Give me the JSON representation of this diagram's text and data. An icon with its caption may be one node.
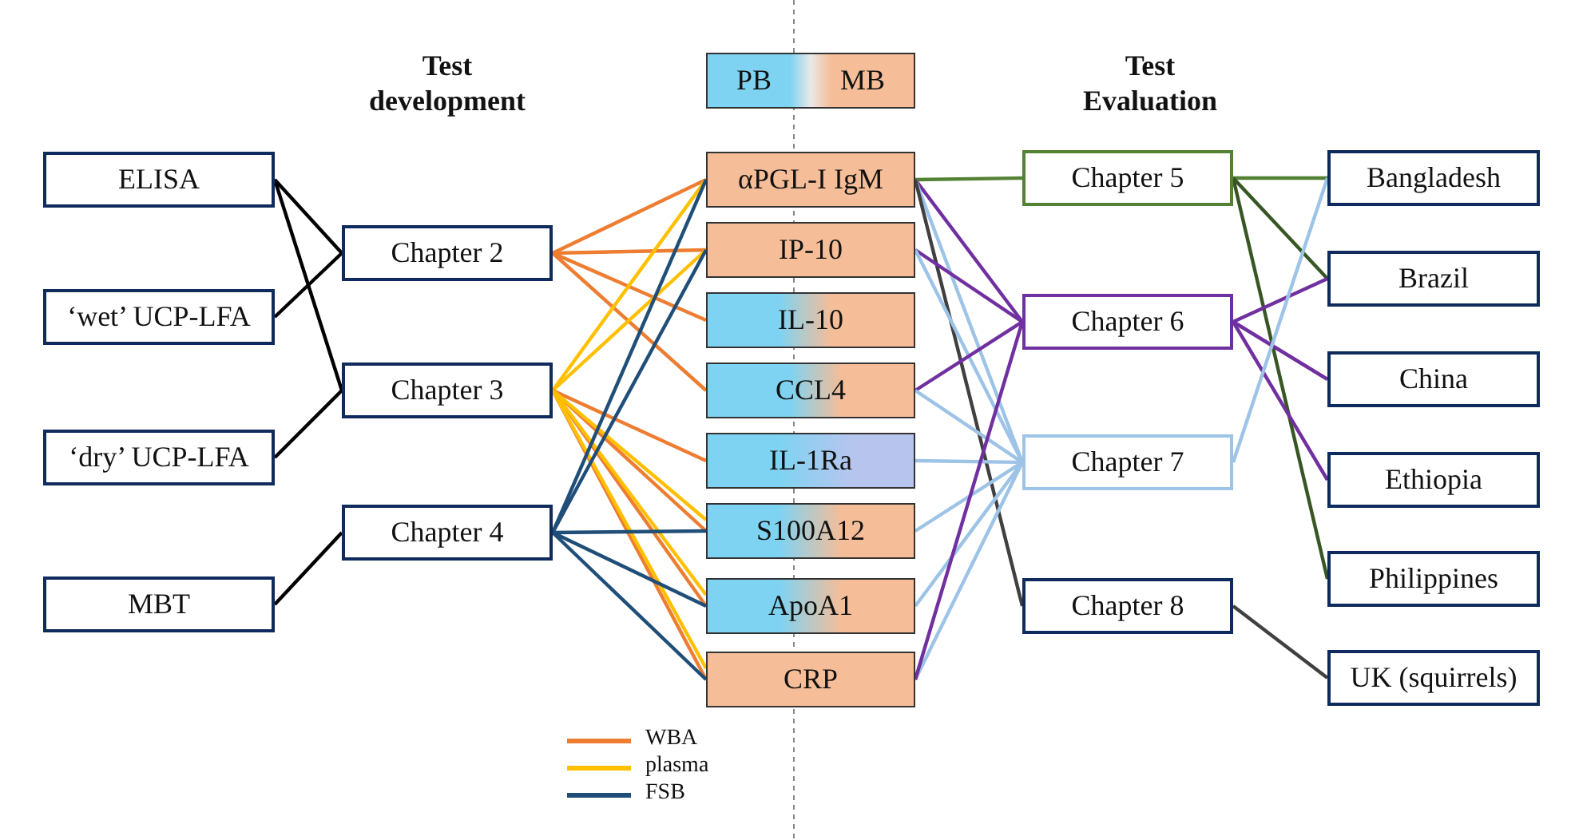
{
  "diagram": {
    "nodes": [
      {
        "text": [
          "ELISA"
        ]
      },
      {
        "text": [
          "‘wet’ UCP-LFA"
        ]
      },
      {
        "text": [
          "‘dry’ UCP-LFA"
        ]
      },
      {
        "text": [
          "MBT"
        ]
      },
      {
        "text": [
          "Chapter 2"
        ]
      },
      {
        "text": [
          "Chapter 3"
        ]
      },
      {
        "text": [
          "Chapter 4"
        ]
      },
      {
        "text": [
          "PB",
          "MB"
        ]
      },
      {
        "text": [
          "αPGL-I IgM"
        ]
      },
      {
        "text": [
          "IP-10"
        ]
      },
      {
        "text": [
          "IL-10"
        ]
      },
      {
        "text": [
          "CCL4"
        ]
      },
      {
        "text": [
          "IL-1Ra"
        ]
      },
      {
        "text": [
          "S100A12"
        ]
      },
      {
        "text": [
          "ApoA1"
        ]
      },
      {
        "text": [
          "CRP"
        ]
      },
      {
        "text": [
          "Chapter 5"
        ]
      },
      {
        "text": [
          "Chapter 6"
        ]
      },
      {
        "text": [
          "Chapter 7"
        ]
      },
      {
        "text": [
          "Chapter 8"
        ]
      },
      {
        "text": [
          "Bangladesh"
        ]
      },
      {
        "text": [
          "Brazil"
        ]
      },
      {
        "text": [
          "China"
        ]
      },
      {
        "text": [
          "Ethiopia"
        ]
      },
      {
        "text": [
          "Philippines"
        ]
      },
      {
        "text": [
          "UK (squirrels)"
        ]
      }
    ],
    "edges": [
      {
        "from": 0,
        "to": 4,
        "arrow": "none",
        "color": "#000000"
      },
      {
        "from": 0,
        "to": 5,
        "arrow": "none",
        "color": "#000000"
      },
      {
        "from": 1,
        "to": 4,
        "arrow": "none",
        "color": "#000000"
      },
      {
        "from": 2,
        "to": 5,
        "arrow": "none",
        "color": "#000000"
      },
      {
        "from": 3,
        "to": 6,
        "arrow": "none",
        "color": "#000000"
      },
      {
        "from": 4,
        "to": 8,
        "arrow": "none",
        "color": "#ed7d31"
      },
      {
        "from": 4,
        "to": 9,
        "arrow": "none",
        "color": "#ed7d31"
      },
      {
        "from": 4,
        "to": 10,
        "arrow": "none",
        "color": "#ed7d31"
      },
      {
        "from": 4,
        "to": 11,
        "arrow": "none",
        "color": "#ed7d31"
      },
      {
        "from": 5,
        "to": 8,
        "arrow": "none",
        "color": "#ffc000"
      },
      {
        "from": 5,
        "to": 9,
        "arrow": "none",
        "color": "#ffc000"
      },
      {
        "from": 5,
        "to": 12,
        "arrow": "none",
        "color": "#ed7d31"
      },
      {
        "from": 5,
        "to": 13,
        "arrow": "none",
        "color": "#ed7d31"
      },
      {
        "from": 5,
        "to": 13,
        "arrow": "none",
        "color": "#ffc000"
      },
      {
        "from": 5,
        "to": 14,
        "arrow": "none",
        "color": "#ed7d31"
      },
      {
        "from": 5,
        "to": 14,
        "arrow": "none",
        "color": "#ffc000"
      },
      {
        "from": 5,
        "to": 15,
        "arrow": "none",
        "color": "#ed7d31"
      },
      {
        "from": 5,
        "to": 15,
        "arrow": "none",
        "color": "#ffc000"
      },
      {
        "from": 6,
        "to": 8,
        "arrow": "none",
        "color": "#1f4e79"
      },
      {
        "from": 6,
        "to": 9,
        "arrow": "none",
        "color": "#1f4e79"
      },
      {
        "from": 6,
        "to": 13,
        "arrow": "none",
        "color": "#1f4e79"
      },
      {
        "from": 6,
        "to": 14,
        "arrow": "none",
        "color": "#1f4e79"
      },
      {
        "from": 6,
        "to": 15,
        "arrow": "none",
        "color": "#1f4e79"
      },
      {
        "from": 8,
        "to": 16,
        "arrow": "none",
        "color": "#548235"
      },
      {
        "from": 8,
        "to": 17,
        "arrow": "none",
        "color": "#7030a0"
      },
      {
        "from": 8,
        "to": 18,
        "arrow": "none",
        "color": "#9dc3e6"
      },
      {
        "from": 8,
        "to": 19,
        "arrow": "none",
        "color": "#404040"
      },
      {
        "from": 9,
        "to": 17,
        "arrow": "none",
        "color": "#7030a0"
      },
      {
        "from": 9,
        "to": 18,
        "arrow": "none",
        "color": "#9dc3e6"
      },
      {
        "from": 11,
        "to": 17,
        "arrow": "none",
        "color": "#7030a0"
      },
      {
        "from": 11,
        "to": 18,
        "arrow": "none",
        "color": "#9dc3e6"
      },
      {
        "from": 12,
        "to": 18,
        "arrow": "none",
        "color": "#9dc3e6"
      },
      {
        "from": 13,
        "to": 18,
        "arrow": "none",
        "color": "#9dc3e6"
      },
      {
        "from": 14,
        "to": 18,
        "arrow": "none",
        "color": "#9dc3e6"
      },
      {
        "from": 15,
        "to": 18,
        "arrow": "none",
        "color": "#9dc3e6"
      },
      {
        "from": 15,
        "to": 17,
        "arrow": "none",
        "color": "#7030a0"
      },
      {
        "from": 16,
        "to": 20,
        "arrow": "none",
        "color": "#548235"
      },
      {
        "from": 16,
        "to": 21,
        "arrow": "none",
        "color": "#375623"
      },
      {
        "from": 16,
        "to": 24,
        "arrow": "none",
        "color": "#375623"
      },
      {
        "from": 17,
        "to": 21,
        "arrow": "none",
        "color": "#7030a0"
      },
      {
        "from": 17,
        "to": 22,
        "arrow": "none",
        "color": "#7030a0"
      },
      {
        "from": 17,
        "to": 23,
        "arrow": "none",
        "color": "#7030a0"
      },
      {
        "from": 18,
        "to": 20,
        "arrow": "none",
        "color": "#9dc3e6"
      },
      {
        "from": 19,
        "to": 25,
        "arrow": "none",
        "color": "#404040"
      }
    ],
    "labels": [
      "Test development",
      "Test Evaluation"
    ],
    "legend": [
      {
        "text": "WBA",
        "color": "#ed7d31"
      },
      {
        "text": "plasma",
        "color": "#ffc000"
      },
      {
        "text": "FSB",
        "color": "#1f4e79"
      }
    ]
  }
}
